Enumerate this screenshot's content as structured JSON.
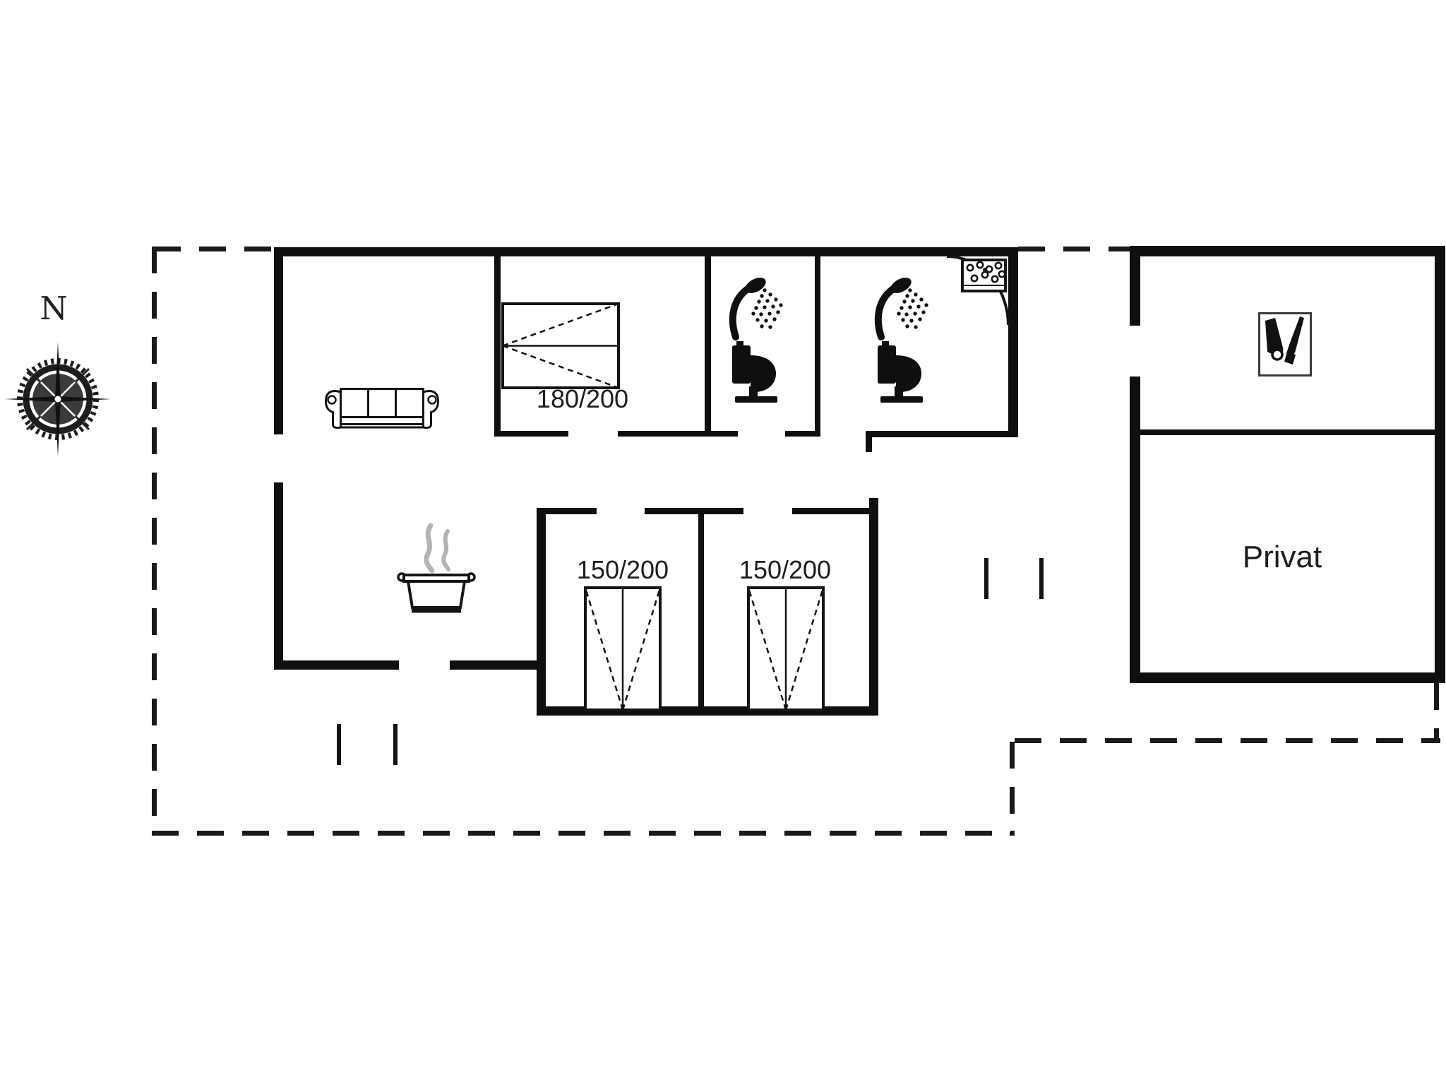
{
  "labels": {
    "north": "N",
    "bed_double": "180/200",
    "bed_single_left": "150/200",
    "bed_single_right": "150/200",
    "annex_private": "Privat"
  },
  "rooms": {
    "living_room": {
      "furniture": [
        "sofa"
      ]
    },
    "bedroom_double": {
      "bed_size": "180/200"
    },
    "bathroom_1": {
      "fixtures": [
        "shower",
        "toilet"
      ]
    },
    "bathroom_2": {
      "fixtures": [
        "shower",
        "toilet",
        "washbasin"
      ]
    },
    "kitchen": {
      "furniture": [
        "cooking-pot"
      ]
    },
    "bedroom_single_left": {
      "bed_size": "150/200"
    },
    "bedroom_single_right": {
      "bed_size": "150/200"
    },
    "annex_storage": {
      "icon": "cleaning-tools"
    },
    "annex_private": {
      "label": "Privat"
    }
  },
  "icons": {
    "compass-rose-icon": "compass rose with N needle",
    "sofa-icon": "three-seat sofa top view",
    "double-bed-icon": "double bed 180/200 top view",
    "single-bed-icon": "single bed 150/200 top view",
    "shower-icon": "shower head with spray",
    "toilet-icon": "toilet silhouette",
    "washbasin-icon": "corner washbasin with quarter-circle front",
    "cooking-pot-icon": "cooking pot with steam",
    "cleaning-tools-icon": "storage box with tools",
    "entrance-marker": "double tick entrance mark"
  },
  "colors": {
    "wall": "#0f0f0f",
    "dashed_boundary": "#1a1a1a",
    "steam": "#b3b3b3",
    "background": "#ffffff",
    "text": "#1d1d1d"
  }
}
